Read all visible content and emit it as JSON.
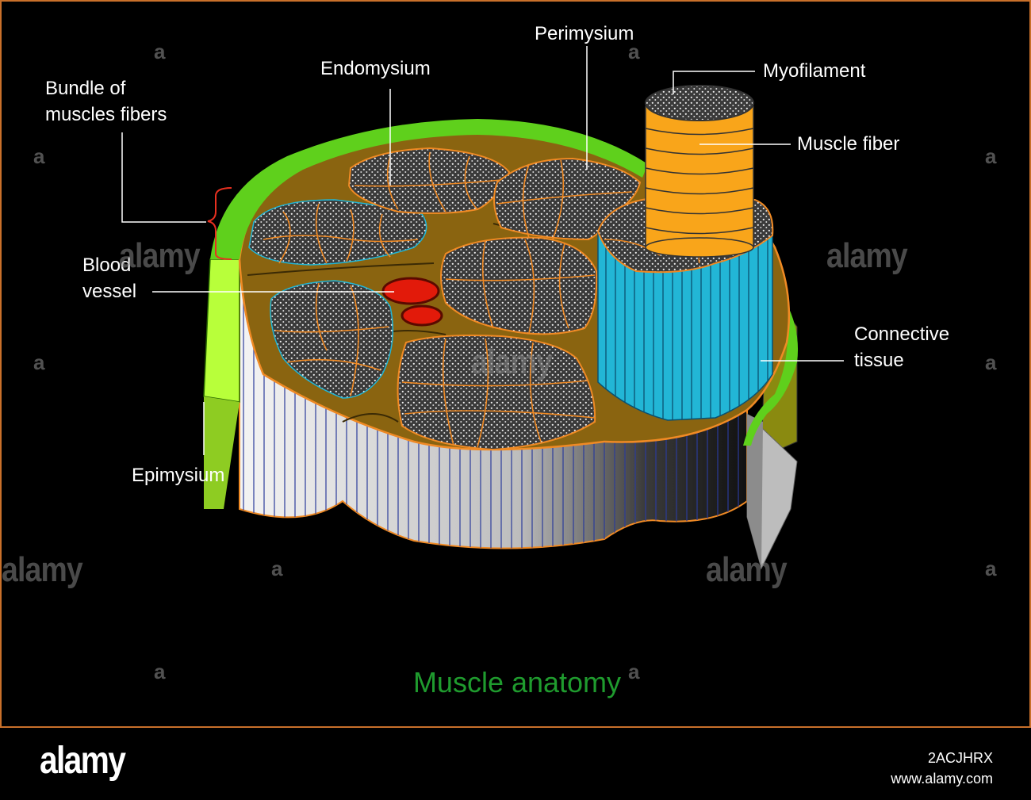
{
  "title": "Muscle anatomy",
  "labels": {
    "bundle": [
      "Bundle of",
      "muscles fibers"
    ],
    "endomysium": "Endomysium",
    "perimysium": "Perimysium",
    "myofilament": "Myofilament",
    "muscle_fiber": "Muscle fiber",
    "blood_vessel": [
      "Blood",
      "vessel"
    ],
    "connective_tissue": [
      "Connective",
      "tissue"
    ],
    "epimysium": "Epimysium"
  },
  "watermark": {
    "logo": "alamy",
    "letter": "a"
  },
  "footer": {
    "logo": "alamy",
    "image_id": "2ACJHRX",
    "url": "www.alamy.com"
  },
  "colors": {
    "background": "#000000",
    "border": "#c8702a",
    "epimysium_green": "#5fd01c",
    "perimysium_brown": "#8a6410",
    "fascicle_outline": "#f08a24",
    "blood_vessel": "#e21a0a",
    "fiber_cylinder": "#f9a51a",
    "fascicle_side": "#22b6d6",
    "title_green": "#1f9b2e"
  }
}
